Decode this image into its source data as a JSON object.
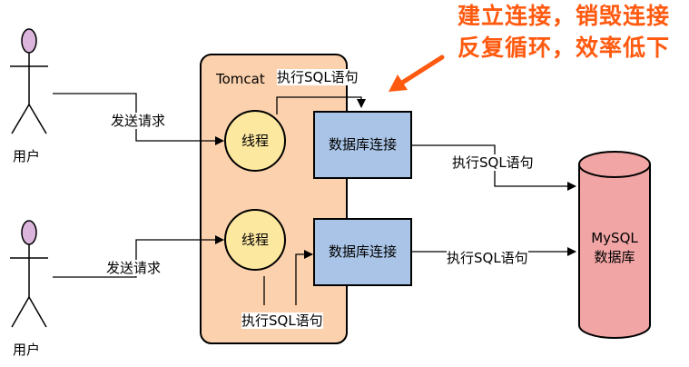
{
  "users": [
    {
      "label": "用户"
    },
    {
      "label": "用户"
    }
  ],
  "requests": [
    {
      "label": "发送请求"
    },
    {
      "label": "发送请求"
    }
  ],
  "tomcat": {
    "label": "Tomcat"
  },
  "threads": [
    {
      "label": "线程"
    },
    {
      "label": "线程"
    }
  ],
  "sql_in_tomcat": [
    {
      "label": "执行SQL语句"
    },
    {
      "label": "执行SQL语句"
    }
  ],
  "connections": [
    {
      "label": "数据库连接"
    },
    {
      "label": "数据库连接"
    }
  ],
  "sql_to_db": [
    {
      "label": "执行SQL语句"
    },
    {
      "label": "执行SQL语句"
    }
  ],
  "database": {
    "name": "MySQL",
    "label": "数据库"
  },
  "annotation": {
    "line1": "建立连接，销毁连接",
    "line2": "反复循环，效率低下"
  },
  "colors": {
    "tomcat_fill": "#fcd2ae",
    "tomcat_stroke": "#000000",
    "thread_fill": "#fde8a0",
    "connection_fill": "#a9c4e6",
    "database_fill": "#f2a5a5",
    "user_head_fill": "#dcb5dc",
    "annotation": "#ff5a10"
  }
}
